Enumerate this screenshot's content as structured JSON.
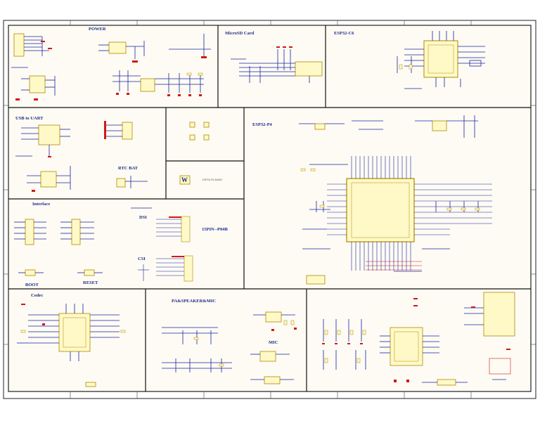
{
  "sheet": {
    "colors": {
      "background": "#ffffff",
      "panel": "#fdfbf3",
      "border": "#1b1b1b",
      "wire": "#1a23a8",
      "chip_fill": "#fff9c8",
      "chip_border": "#b08a00",
      "power": "#d01818",
      "title": "#1f2a8a"
    }
  },
  "sections": {
    "power": "POWER",
    "microsd": "MicroSD Card",
    "esp32c6": "ESP32-C6",
    "usb_uart": "USB to UART",
    "esp32p4": "ESP32-P4",
    "rtc_bat": "RTC BAT",
    "interface": "Interface",
    "dsi": "DSI",
    "csi": "CSI",
    "fpc": "15PIN--P04B",
    "boot": "BOOT",
    "reset": "RESET",
    "codec": "Codec",
    "pa_speaker_mic": "PA&SPEAKER&MIC",
    "mic": "MIC"
  },
  "logo": {
    "mark": "W",
    "caption": "ESP32-P4-NANO"
  }
}
